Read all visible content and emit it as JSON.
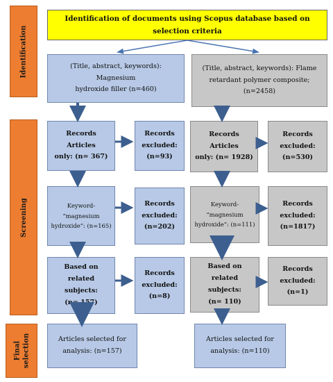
{
  "stages": {
    "identification": "Identification",
    "screening": "Screening",
    "final_line1": "Final",
    "final_line2": "selection"
  },
  "header": "Identification of documents using Scopus database based on selection criteria",
  "left": {
    "query": "(Title, abstract, keywords): Magnesium\nhydroxide filler    (n=460)",
    "records_articles": "Records Articles\nonly:    (n= 367)",
    "excluded_1": "Records\nexcluded:\n(n=93)",
    "keyword": "Keyword-\n“magnesium\nhydroxide”: (n=165)",
    "excluded_2": "Records\nexcluded:\n(n=202)",
    "related": "Based on related\nsubjects:\n(n= 157)",
    "excluded_3": "Records\nexcluded:\n(n=8)",
    "final": "Articles selected for\nanalysis: (n=157)"
  },
  "right": {
    "query": "(Title, abstract, keywords): Flame\nretardant polymer composite;\n(n=2458)",
    "records_articles": "Records Articles\nonly:    (n= 1928)",
    "excluded_1": "Records\nexcluded:\n(n=530)",
    "keyword": "Keyword-\n“magnesium\nhydroxide”: (n=111)",
    "excluded_2": "Records\nexcluded:\n(n=1817)",
    "related": "Based on related\nsubjects:\n(n= 110)",
    "excluded_3": "Records\nexcluded:\n(n=1)",
    "final": "Articles selected for\nanalysis: (n=110)"
  },
  "colors": {
    "stage": "#ed7d31",
    "header": "#ffff00",
    "left_boxes": "#b7c9e6",
    "right_boxes": "#c7c7c7",
    "arrows": "#3d5f8f"
  }
}
